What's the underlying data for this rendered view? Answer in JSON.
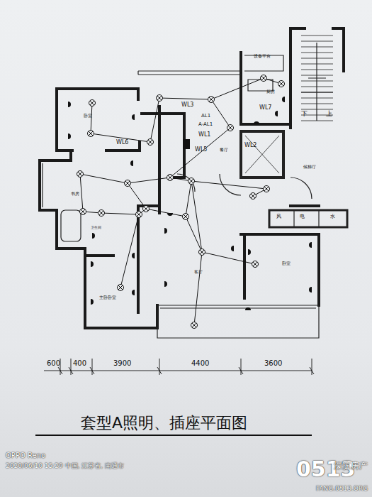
{
  "diagram": {
    "title": "套型A照明、插座平面图",
    "labels": [
      "设备平台",
      "厨房",
      "下",
      "上",
      "WL3",
      "AL1",
      "A-AL1",
      "WL1",
      "WL7",
      "卧室",
      "WL6",
      "WL5",
      "餐厅",
      "WL2",
      "候梯厅",
      "书房",
      "卫生间",
      "风",
      "电",
      "水",
      "客厅",
      "卧室",
      "主卧卧室",
      "600",
      "400",
      "3900",
      "4400",
      "3600",
      "OPPO Reno",
      "2020/06/10 15:29 中国, 江苏省, 南通市",
      "0513",
      "濠滨房产",
      "FANG.0513.ORG"
    ]
  }
}
